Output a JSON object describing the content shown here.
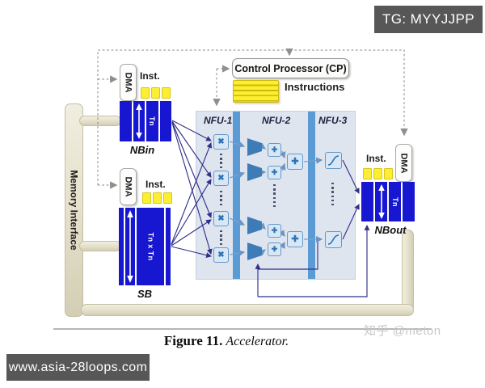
{
  "page": {
    "top_badge": "TG: MYYJJPP",
    "bottom_badge": "www.asia-28loops.com",
    "watermark": "知乎 @meton",
    "caption_label": "Figure 11.",
    "caption_title": "Accelerator."
  },
  "diagram": {
    "memory_interface_label": "Memory Interface",
    "control_processor_label": "Control Processor (CP)",
    "instructions_label": "Instructions",
    "inst_label": "Inst.",
    "dma_label": "DMA",
    "buffers": {
      "nbin": {
        "name": "NBin",
        "depth_label": "Tn"
      },
      "sb": {
        "name": "SB",
        "depth_label": "Tn x Tn"
      },
      "nbout": {
        "name": "NBout",
        "depth_label": "Tn"
      }
    },
    "nfu_stages": [
      {
        "label": "NFU-1"
      },
      {
        "label": "NFU-2"
      },
      {
        "label": "NFU-3"
      }
    ],
    "icons": {
      "multiply_glyph": "✖",
      "add_glyph": "✚"
    },
    "colors": {
      "buffer_blue": "#1717d2",
      "instruction_yellow": "#fcee30",
      "panel_blue_gray": "#dfe5ef",
      "divider_blue": "#5b9bd5",
      "memory_beige": "#e6e2ce",
      "badge_gray": "#575757",
      "line_navy": "#31318a",
      "unit_blue": "#2e74b5"
    }
  }
}
